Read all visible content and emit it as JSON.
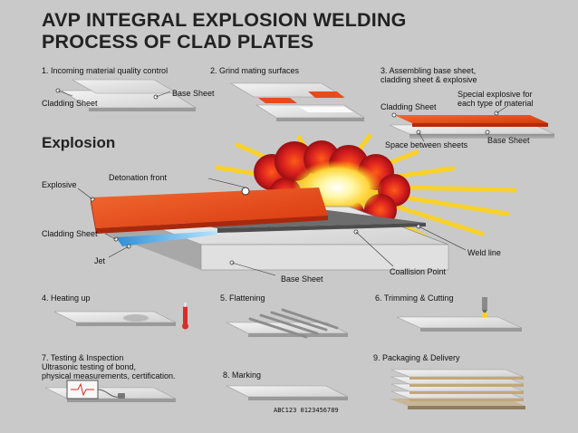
{
  "title_line1": "AVP INTEGRAL EXPLOSION WELDING",
  "title_line2": "PROCESS OF CLAD PLATES",
  "explosion_heading": "Explosion",
  "steps": {
    "s1": "1. Incoming material quality control",
    "s2": "2. Grind mating surfaces",
    "s3": "3. Assembling base sheet,\ncladding sheet & explosive",
    "s4": "4. Heating up",
    "s5": "5. Flattening",
    "s6": "6. Trimming & Cutting",
    "s7": "7. Testing & Inspection\nUltrasonic testing of bond,\nphysical measurements, certification.",
    "s8": "8. Marking",
    "s9": "9. Packaging & Delivery"
  },
  "labels": {
    "base_sheet_1": "Base Sheet",
    "cladding_sheet_1": "Cladding Sheet",
    "special_explosive": "Special explosive for\neach type of material",
    "cladding_sheet_3": "Cladding Sheet",
    "base_sheet_3": "Base Sheet",
    "space_between": "Space between sheets",
    "detonation_front": "Detonation front",
    "explosive": "Explosive",
    "cladding_sheet_main": "Cladding Sheet",
    "jet": "Jet",
    "weld_line": "Weld line",
    "collision_point": "Coallision Point",
    "base_sheet_main": "Base Sheet",
    "marking_code": "ABC123 0123456789"
  },
  "colors": {
    "background": "#c9c9c9",
    "plate_top": "#ebebeb",
    "plate_side": "#9a9a9a",
    "explosive": "#e84a1c",
    "fire": "#ffe600",
    "jet": "#39a7e6"
  }
}
